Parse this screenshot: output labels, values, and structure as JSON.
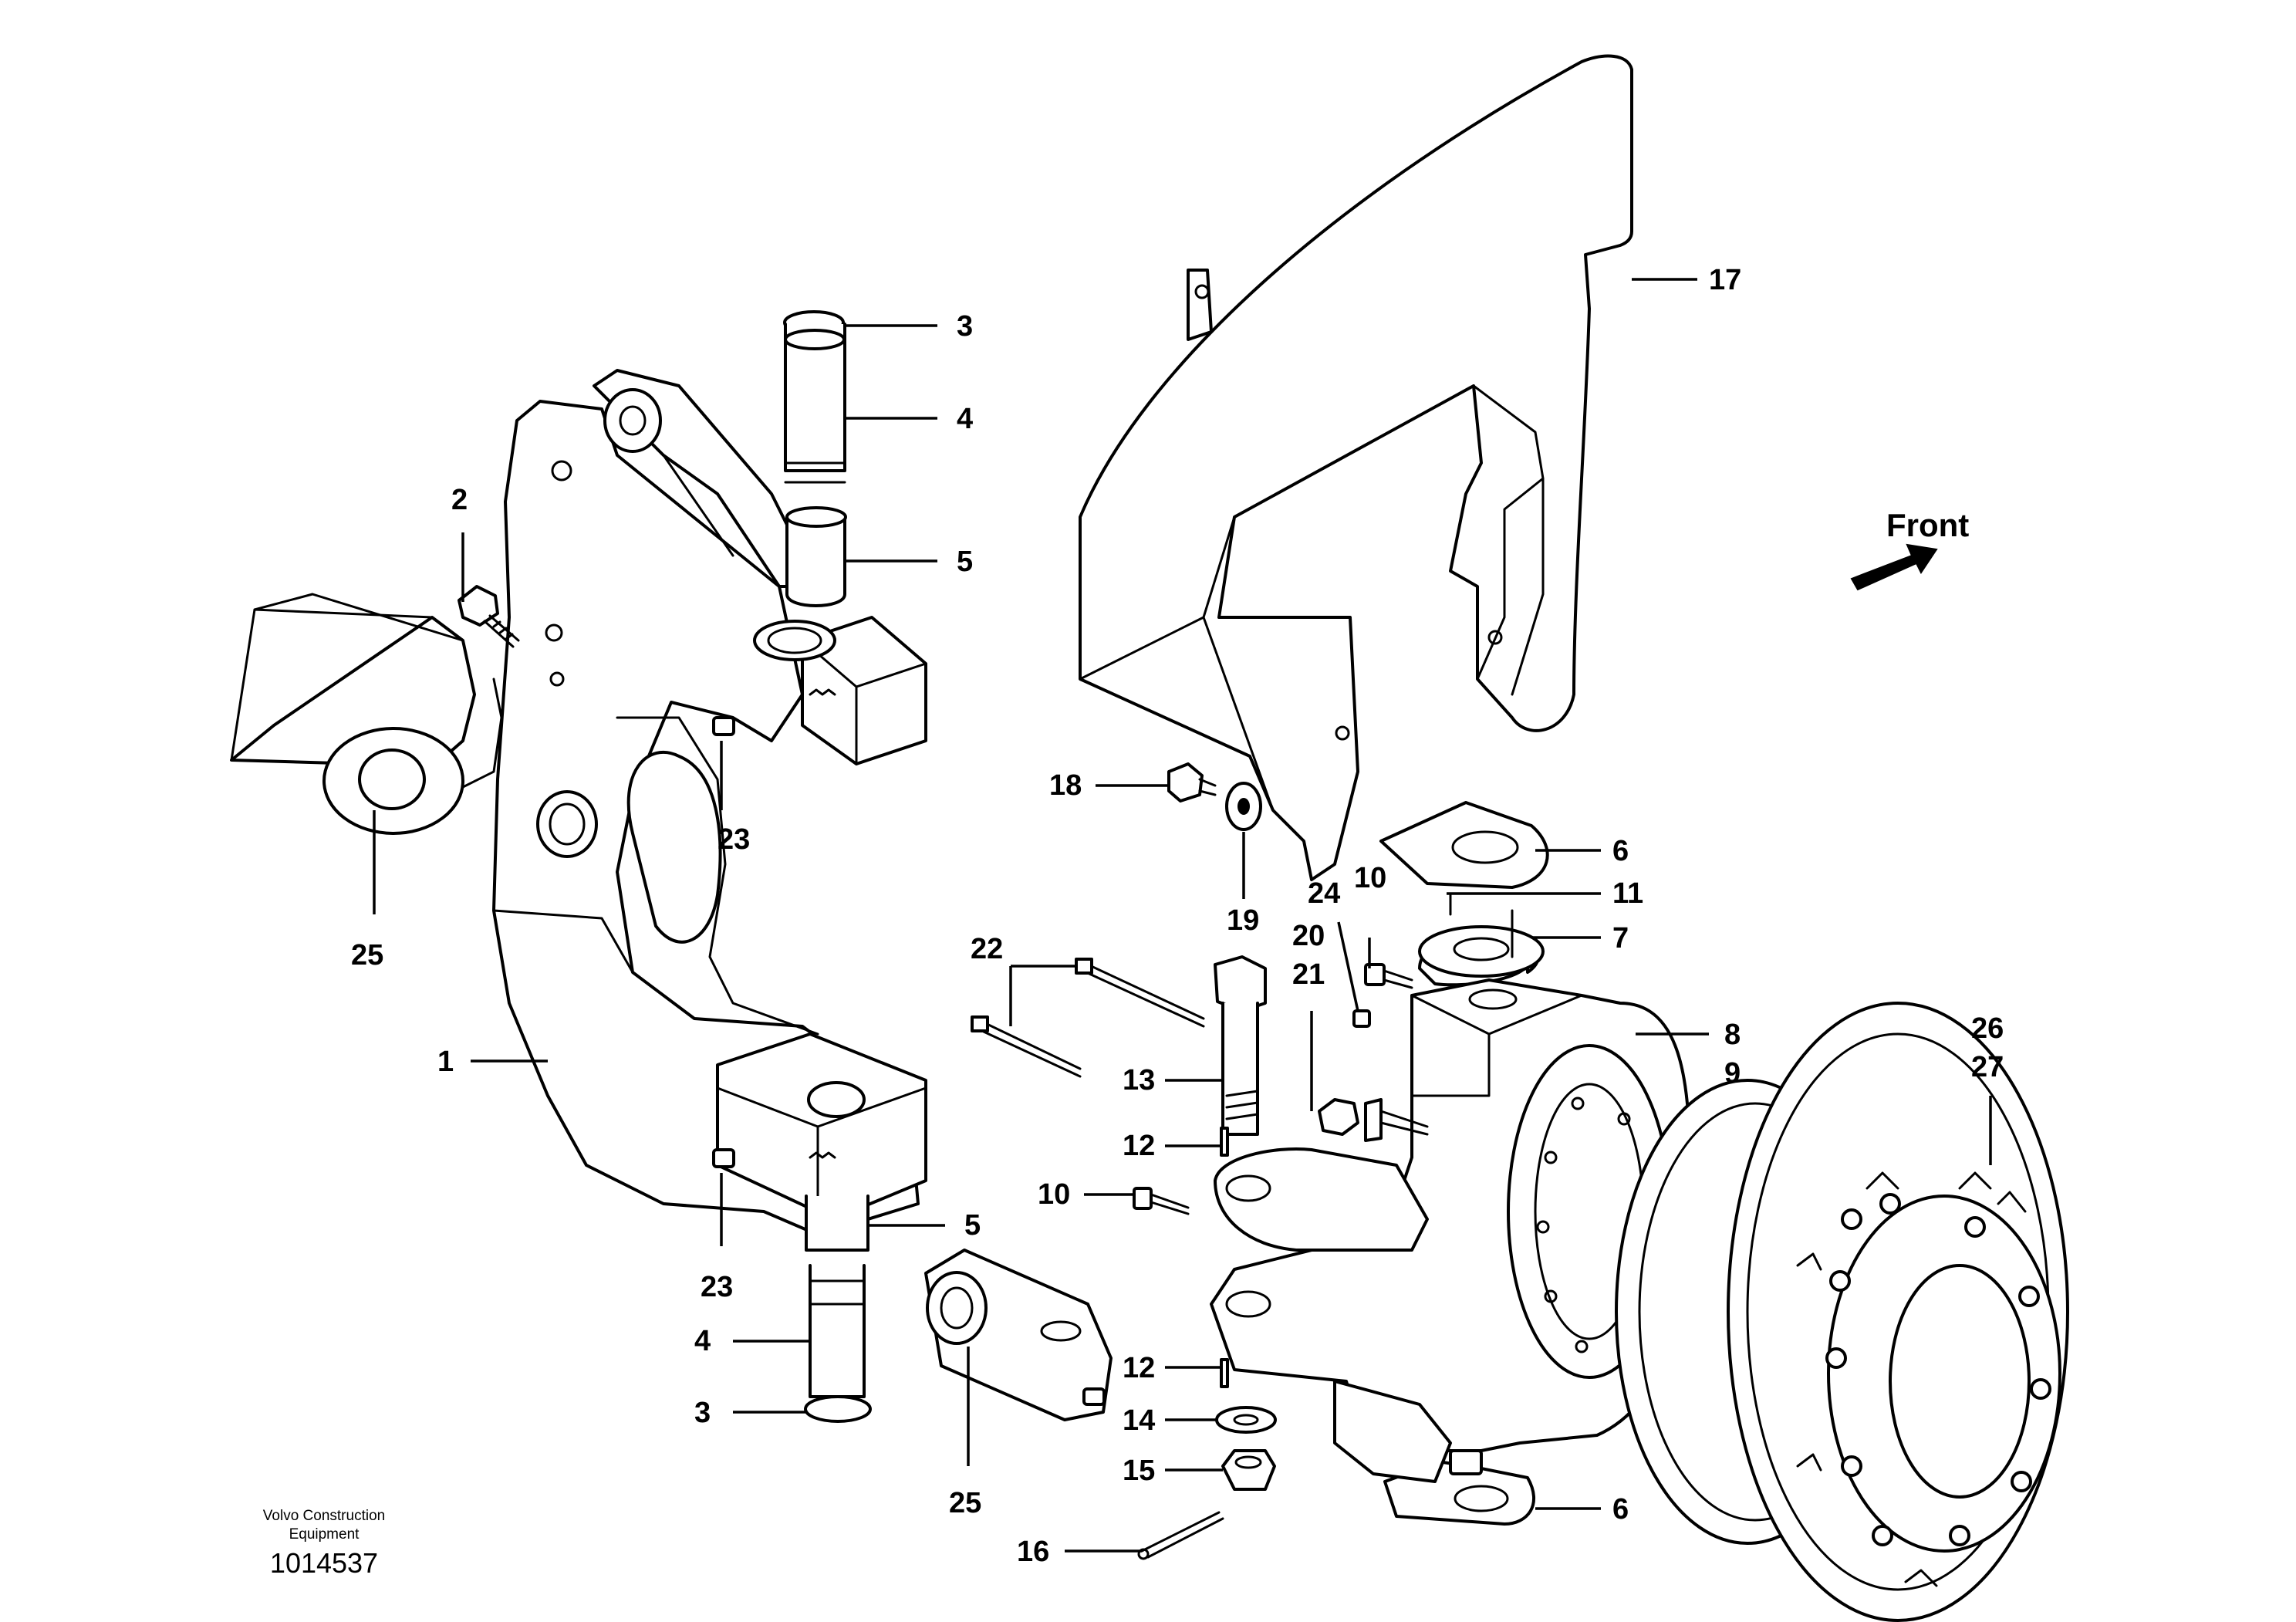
{
  "callouts": {
    "c1": "1",
    "c2": "2",
    "c3a": "3",
    "c3b": "3",
    "c4a": "4",
    "c4b": "4",
    "c5a": "5",
    "c5b": "5",
    "c6a": "6",
    "c6b": "6",
    "c7": "7",
    "c8": "8",
    "c9": "9",
    "c10a": "10",
    "c10b": "10",
    "c11": "11",
    "c12a": "12",
    "c12b": "12",
    "c13": "13",
    "c14": "14",
    "c15": "15",
    "c16": "16",
    "c17": "17",
    "c18": "18",
    "c19": "19",
    "c20": "20",
    "c21": "21",
    "c22": "22",
    "c23a": "23",
    "c23b": "23",
    "c24": "24",
    "c25a": "25",
    "c25b": "25",
    "c26": "26",
    "c27": "27"
  },
  "direction": {
    "label": "Front"
  },
  "footer": {
    "brand_line1": "Volvo Construction",
    "brand_line2": "Equipment",
    "doc_number": "1014537"
  }
}
